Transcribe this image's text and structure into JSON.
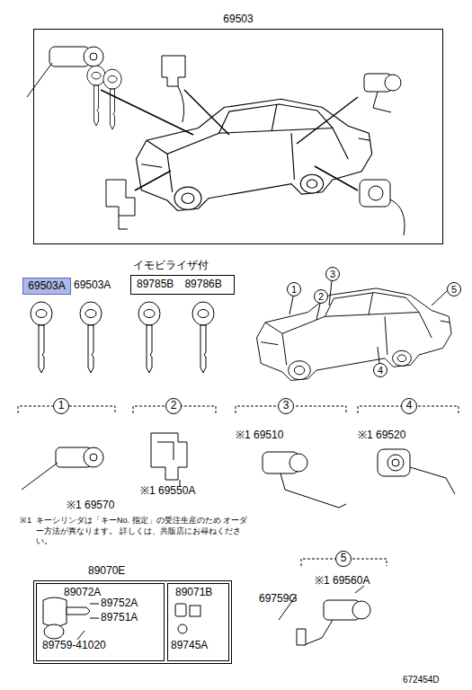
{
  "diagram": {
    "nodes": [
      {
        "text": [
          "69503"
        ]
      },
      {
        "text": [
          "69503A"
        ]
      },
      {
        "text": [
          "イモビライザ付",
          "89785B",
          "89786B"
        ]
      },
      {
        "text": [
          "1"
        ]
      },
      {
        "text": [
          "2"
        ]
      },
      {
        "text": [
          "3"
        ]
      },
      {
        "text": [
          "4"
        ]
      },
      {
        "text": [
          "5"
        ]
      },
      {
        "text": [
          "1"
        ]
      },
      {
        "text": [
          "2"
        ]
      },
      {
        "text": [
          "3"
        ]
      },
      {
        "text": [
          "4"
        ]
      },
      {
        "text": [
          "5"
        ]
      },
      {
        "text": [
          "89070E"
        ]
      },
      {
        "text": [
          "89072A"
        ],
        "in": 13
      },
      {
        "text": [
          "89071B"
        ],
        "in": 13
      }
    ],
    "labels": [
      "69503A",
      "※1 69570",
      "※1 69550A",
      "※1 69510",
      "※1 69520",
      "※1",
      "キーシリンダは「キーNo. 指定」の受注生産のため オーダー方法が異なります。 詳しくは、共販店にお尋ねください。",
      "※1 69560A",
      "69759G",
      "89752A",
      "89751A",
      "89759-41020",
      "89745A",
      "672454D"
    ]
  }
}
